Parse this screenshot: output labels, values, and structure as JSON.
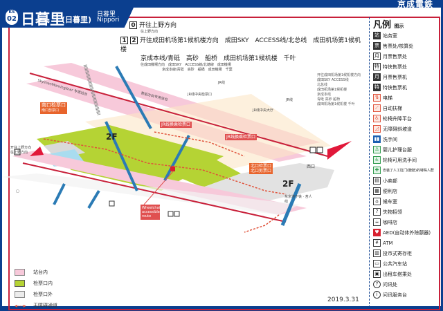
{
  "header": {
    "line_code": "KS",
    "station_number": "02",
    "title": "日暮里",
    "title_paren": "(日暮里)",
    "title_jp": "日暮里",
    "title_en": "Nippori",
    "brand": "京成電鉄"
  },
  "directions": [
    {
      "platform": "0",
      "text": "开往上野方向",
      "sub": "往上野方向"
    },
    {
      "platform": "1",
      "platform2": "2",
      "text": "开往成田机场第1候机楼方向　成田SKY　ACCESS线/北总线　成田机场第1候机楼",
      "text2": "京成本线/青砥　高砂　船桥　成田机场第1候机楼　千叶",
      "sub": "往成田機場方向　成田SKY　ACCESS線/北總線　成田機場",
      "sub2": "京成本線/青砥　高砂　船橋　成田機場　千葉"
    }
  ],
  "map": {
    "south_gate": "南口检票口",
    "south_gate_sub": "南口剪票口",
    "north_gate": "北口检票口",
    "north_gate_sub": "北口剪票口",
    "jr_gate_1": "JR线换乘检票口",
    "jr_gate_2": "JR线换乘检票口",
    "floor_west": "2F",
    "floor_east": "2F",
    "west_exit": "西口",
    "to_ueno": "开往上野方向",
    "to_ueno_sub": "往上野方向",
    "jr_line_1": "JR线",
    "jr_line_2": "JR线",
    "jr_central": "JR线中央检票口",
    "jr_concourse": "JR线中央大厅",
    "skyliner_platform": "Skyliner/Morningliner 专用站台",
    "keisei_platform": "青砥方向专用站台",
    "tokyo_line": "东京地下铁 · 舍人线",
    "accessible_route": "Wheelchair accessible route",
    "platform_label_0": "0",
    "platform_label_1": "1",
    "platform_label_2": "2",
    "right_note": [
      "开往成田机场第1候机楼方向",
      "成田SKY ACCESS线",
      "北总线",
      "成田机场第1候机楼",
      "京成本线",
      "青砥 高砂 船桥",
      "成田机场第1候机楼 千叶"
    ]
  },
  "legend": {
    "title": "凡例",
    "title_sub": "图示",
    "items": [
      {
        "icon": "station-office-icon",
        "label": "站务室"
      },
      {
        "icon": "ticket-office-icon",
        "label": "售票处/核算处"
      },
      {
        "icon": "commuter-pass-office-icon",
        "label": "月票售票处"
      },
      {
        "icon": "limited-express-office-icon",
        "label": "特快售票处"
      },
      {
        "icon": "commuter-pass-machine-icon",
        "label": "月票售票机"
      },
      {
        "icon": "limited-express-machine-icon",
        "label": "特快售票机"
      },
      {
        "icon": "elevator-icon",
        "label": "电梯"
      },
      {
        "icon": "escalator-icon",
        "label": "自动扶梯"
      },
      {
        "icon": "wheelchair-lift-icon",
        "label": "轮椅升降平台"
      },
      {
        "icon": "ramp-icon",
        "label": "无障碍斜坡道"
      },
      {
        "icon": "toilet-icon",
        "label": "洗手间"
      },
      {
        "icon": "baby-care-icon",
        "label": "婴儿护理台服"
      },
      {
        "icon": "accessible-toilet-icon",
        "label": "轮椅可用洗手间"
      },
      {
        "icon": "ostomate-icon",
        "label": "安装了人工肛门(膀胱)的特殊人群"
      },
      {
        "icon": "kiosk-icon",
        "label": "小卖部"
      },
      {
        "icon": "convenience-store-icon",
        "label": "便利店"
      },
      {
        "icon": "waiting-room-icon",
        "label": "候车室"
      },
      {
        "icon": "lost-found-icon",
        "label": "失物招领"
      },
      {
        "icon": "cafe-icon",
        "label": "咖啡店"
      },
      {
        "icon": "aed-icon",
        "label": "AED(自动体外除颤器)"
      },
      {
        "icon": "atm-icon",
        "label": "ATM"
      },
      {
        "icon": "coin-locker-icon",
        "label": "投币式寄存柜"
      },
      {
        "icon": "bus-stop-icon",
        "label": "公共汽车站"
      },
      {
        "icon": "taxi-icon",
        "label": "出租车搭乘处"
      },
      {
        "icon": "information-icon",
        "label": "问讯处"
      },
      {
        "icon": "information-desk-icon",
        "label": "问讯服务台"
      }
    ],
    "zones": [
      {
        "label": "站台内",
        "color": "#f7c9da"
      },
      {
        "label": "检票口内",
        "color": "#b5d334"
      },
      {
        "label": "检票口外",
        "color": "#ececec"
      },
      {
        "label": "无障碍通道",
        "color": "#e0523a"
      }
    ]
  },
  "date": "2019.3.31",
  "colors": {
    "brand_blue": "#0b3f8f",
    "frame_red": "#c8203a",
    "platform_pink": "#f7c9da",
    "paid_green": "#b5d334",
    "unpaid_gray": "#ececec",
    "route_orange": "#e0523a"
  }
}
